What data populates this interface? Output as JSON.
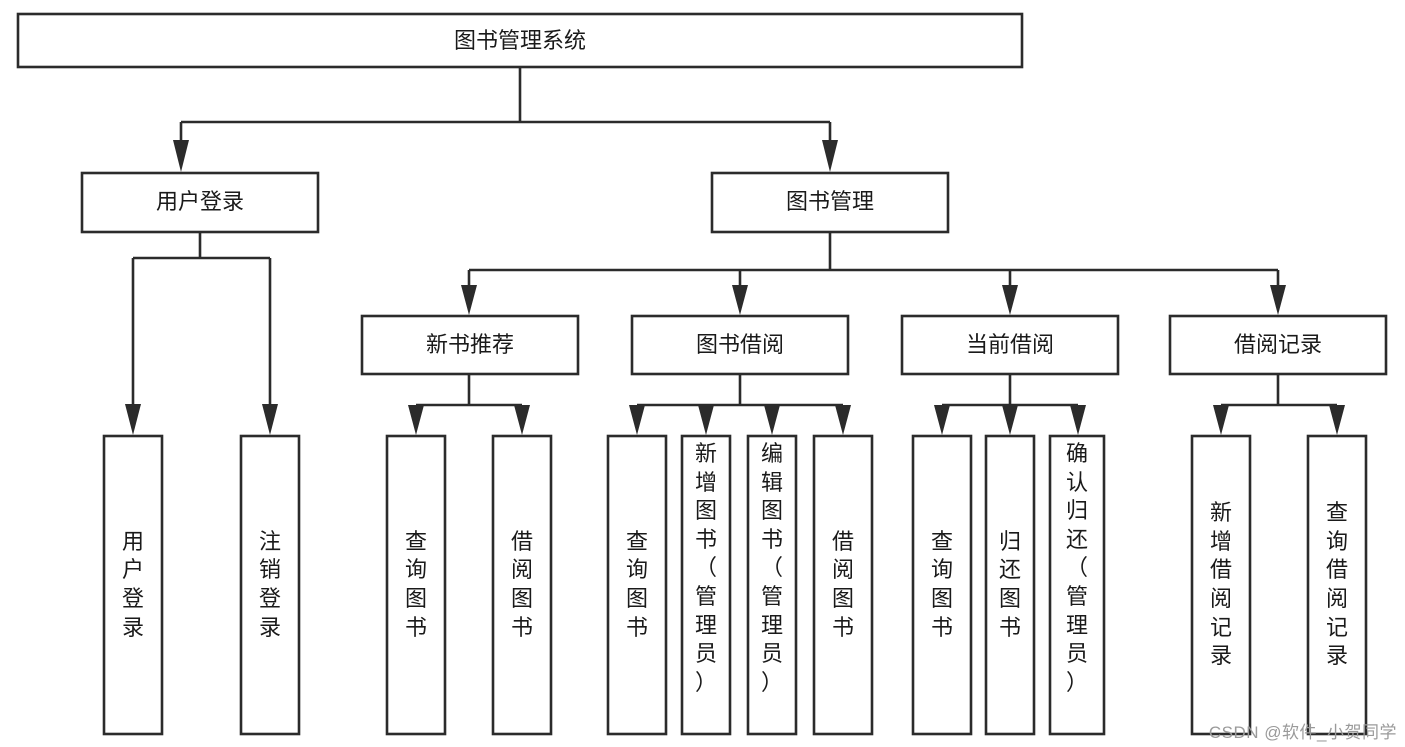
{
  "diagram": {
    "type": "tree-hierarchy",
    "title": "图书管理系统",
    "orientation": "top-down",
    "levels": 4,
    "root": {
      "label": "图书管理系统",
      "children": [
        {
          "label": "用户登录",
          "children": [
            {
              "label": "用户登录"
            },
            {
              "label": "注销登录"
            }
          ]
        },
        {
          "label": "图书管理",
          "children": [
            {
              "label": "新书推荐",
              "children": [
                {
                  "label": "查询图书"
                },
                {
                  "label": "借阅图书"
                }
              ]
            },
            {
              "label": "图书借阅",
              "children": [
                {
                  "label": "查询图书"
                },
                {
                  "label": "新增图书（管理员）"
                },
                {
                  "label": "编辑图书（管理员）"
                },
                {
                  "label": "借阅图书"
                }
              ]
            },
            {
              "label": "当前借阅",
              "children": [
                {
                  "label": "查询图书"
                },
                {
                  "label": "归还图书"
                },
                {
                  "label": "确认归还（管理员）"
                }
              ]
            },
            {
              "label": "借阅记录",
              "children": [
                {
                  "label": "新增借阅记录"
                },
                {
                  "label": "查询借阅记录"
                }
              ]
            }
          ]
        }
      ]
    }
  },
  "nodes": {
    "root": {
      "label": "图书管理系统"
    },
    "l1": [
      {
        "label": "用户登录"
      },
      {
        "label": "图书管理"
      }
    ],
    "l2": [
      {
        "label": "新书推荐"
      },
      {
        "label": "图书借阅"
      },
      {
        "label": "当前借阅"
      },
      {
        "label": "借阅记录"
      }
    ],
    "leaves": [
      {
        "label": "用户登录",
        "lines": [
          "用",
          "户",
          "登",
          "录"
        ]
      },
      {
        "label": "注销登录",
        "lines": [
          "注",
          "销",
          "登",
          "录"
        ]
      },
      {
        "label": "查询图书",
        "lines": [
          "查",
          "询",
          "图",
          "书"
        ]
      },
      {
        "label": "借阅图书",
        "lines": [
          "借",
          "阅",
          "图",
          "书"
        ]
      },
      {
        "label": "查询图书",
        "lines": [
          "查",
          "询",
          "图",
          "书"
        ]
      },
      {
        "label": "新增图书（管理员）",
        "lines": [
          "新",
          "增",
          "图",
          "书",
          "（",
          "管",
          "理",
          "员",
          "）"
        ]
      },
      {
        "label": "编辑图书（管理员）",
        "lines": [
          "编",
          "辑",
          "图",
          "书",
          "（",
          "管",
          "理",
          "员",
          "）"
        ]
      },
      {
        "label": "借阅图书",
        "lines": [
          "借",
          "阅",
          "图",
          "书"
        ]
      },
      {
        "label": "查询图书",
        "lines": [
          "查",
          "询",
          "图",
          "书"
        ]
      },
      {
        "label": "归还图书",
        "lines": [
          "归",
          "还",
          "图",
          "书"
        ]
      },
      {
        "label": "确认归还（管理员）",
        "lines": [
          "确",
          "认",
          "归",
          "还",
          "（",
          "管",
          "理",
          "员",
          "）"
        ]
      },
      {
        "label": "新增借阅记录",
        "lines": [
          "新",
          "增",
          "借",
          "阅",
          "记",
          "录"
        ]
      },
      {
        "label": "查询借阅记录",
        "lines": [
          "查",
          "询",
          "借",
          "阅",
          "记",
          "录"
        ]
      }
    ]
  },
  "colors": {
    "stroke": "#2b2b2b",
    "fill": "#ffffff",
    "text": "#1a1a1a",
    "background": "#ffffff",
    "watermark": "#9a9a9a"
  },
  "watermark": {
    "text": "CSDN @软件_小贺同学"
  }
}
